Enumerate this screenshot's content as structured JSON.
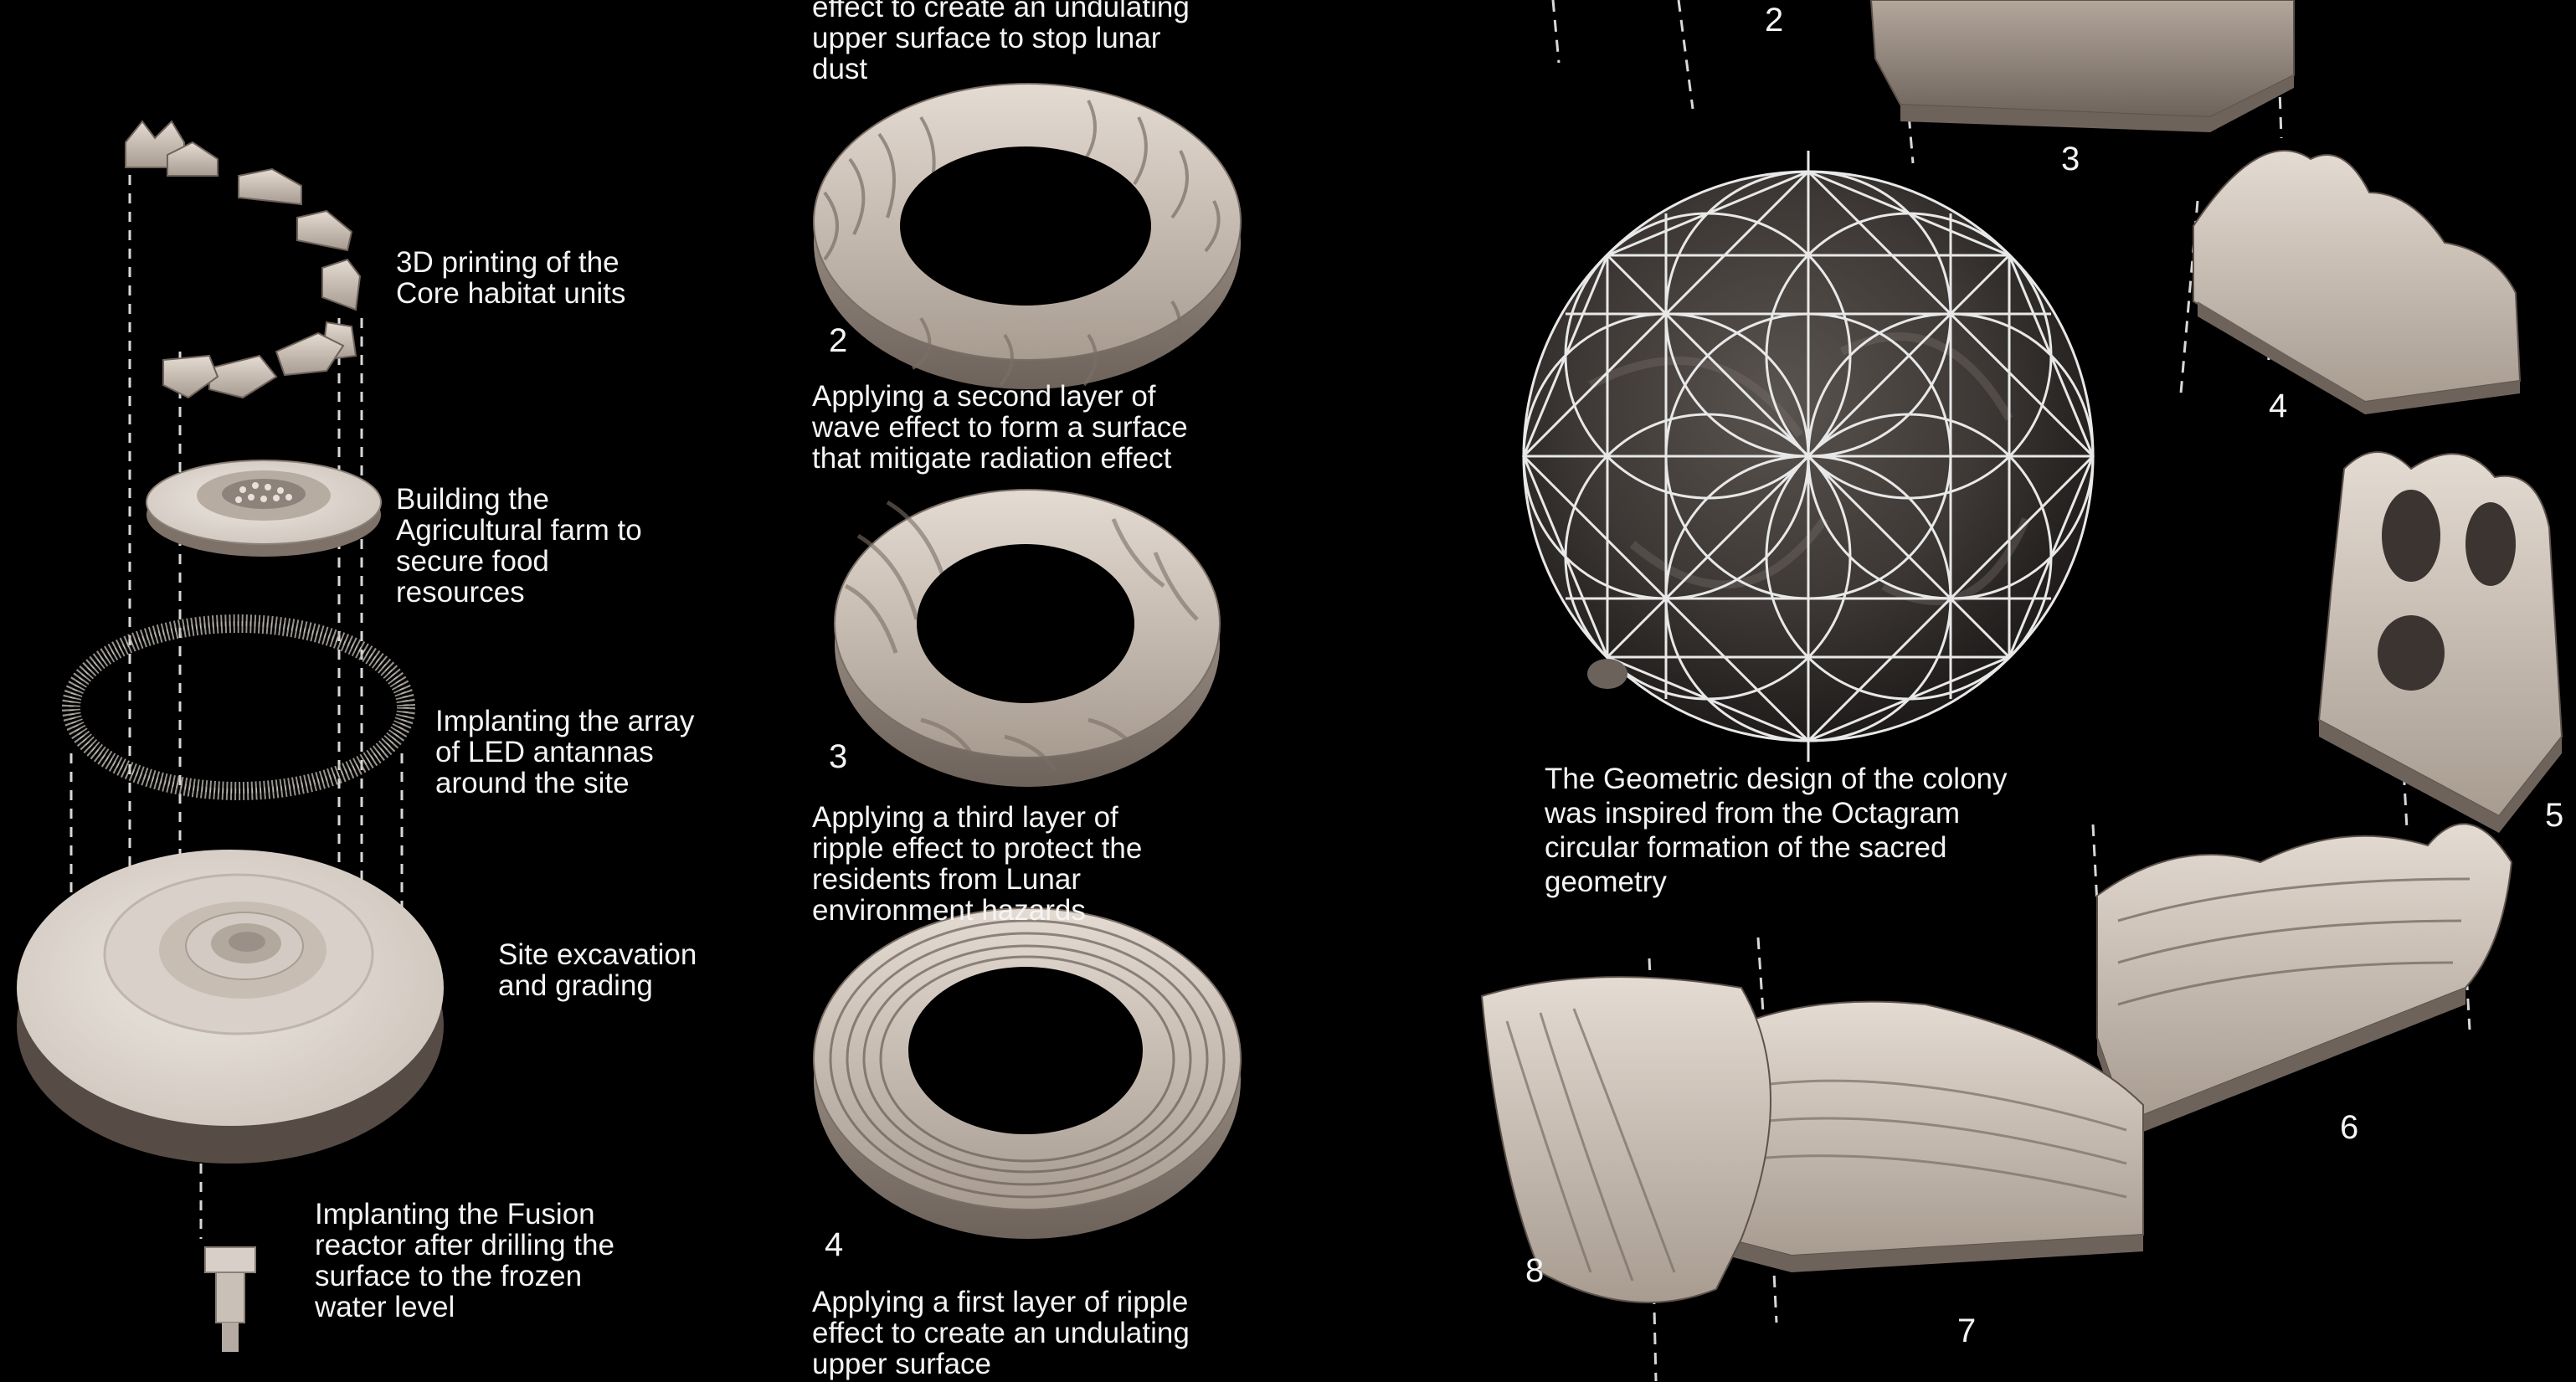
{
  "palette": {
    "background": "#000000",
    "clay": "#cbbfb4",
    "clay_shadow": "#6e635b",
    "clay_light": "#e4dbd2",
    "text": "#f4f4f4",
    "guide_line": "#d8d8d8"
  },
  "left_column": {
    "steps": [
      {
        "caption": "3D printing of the\nCore habitat units"
      },
      {
        "caption": "Building the\nAgricultural farm to\nsecure food\nresources"
      },
      {
        "caption": "Implanting the array\nof LED antannas\naround the site"
      },
      {
        "caption": "Site excavation\nand grading"
      },
      {
        "caption": "Implanting the Fusion\nreactor after drilling the\nsurface to the frozen\nwater level"
      }
    ]
  },
  "middle_column": {
    "top_caption": "effect to create an undulating\nupper surface to stop lunar\ndust",
    "rings": [
      {
        "number": "2",
        "caption": "Applying a second layer of\nwave effect to form a surface\nthat mitigate radiation effect"
      },
      {
        "number": "3",
        "caption": "Applying a third layer of\nripple effect to protect the\nresidents from Lunar\nenvironment hazards"
      },
      {
        "number": "4",
        "caption": "Applying a first layer of ripple\neffect to create an undulating\nupper surface"
      }
    ]
  },
  "right_section": {
    "sphere_caption": "The Geometric design of the colony\nwas inspired from the Octagram\ncircular formation of the sacred\ngeometry",
    "segment_numbers": [
      "2",
      "3",
      "4",
      "5",
      "6",
      "7",
      "8"
    ]
  }
}
